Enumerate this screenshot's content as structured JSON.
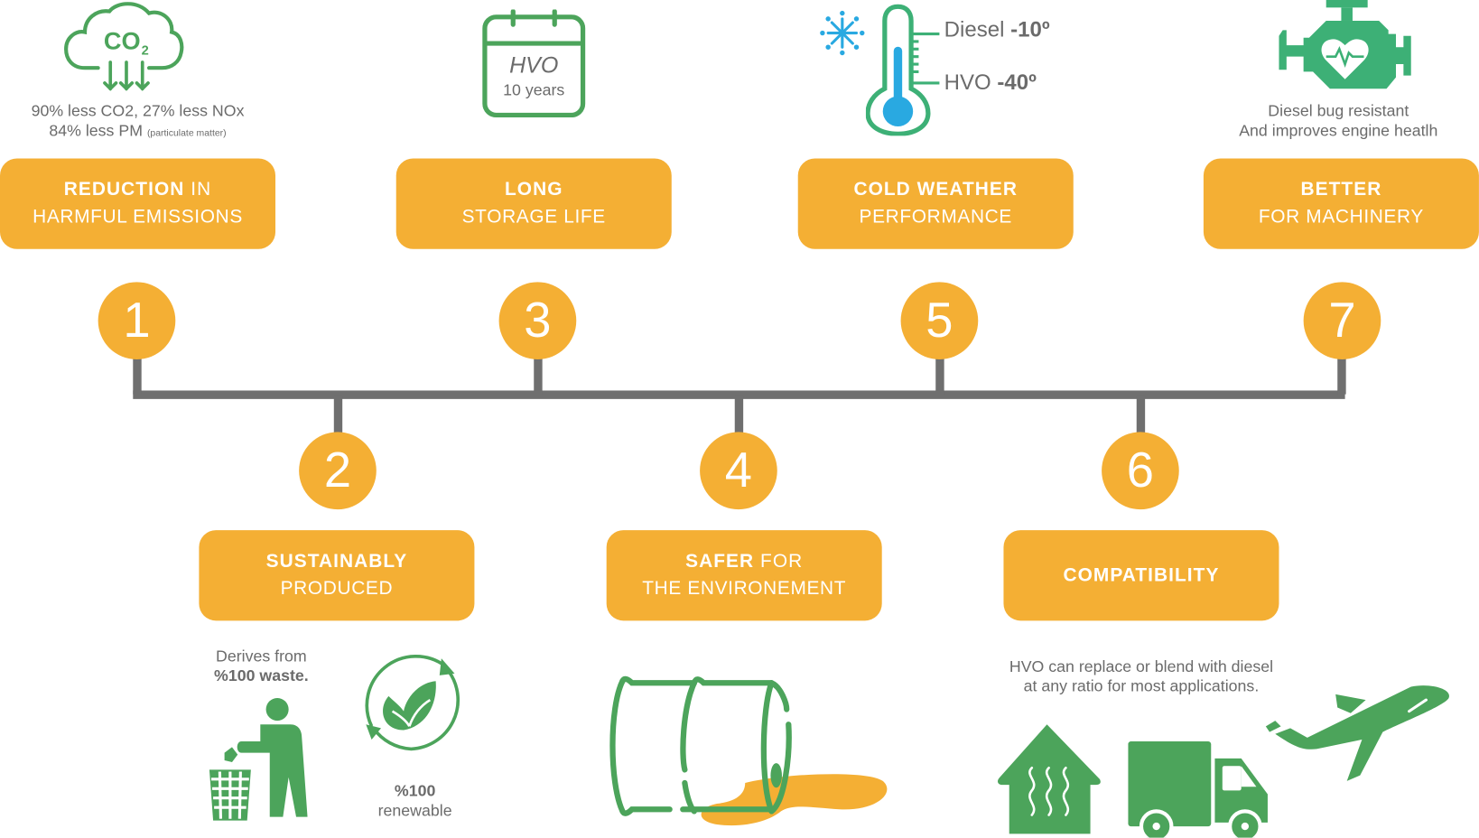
{
  "colors": {
    "box_orange": "#F4AF34",
    "icon_green": "#4CA45B",
    "icon_teal_green": "#3DB076",
    "cold_blue": "#29A9E1",
    "connector_gray": "#6F6F6F",
    "caption_gray": "#6B6B6B"
  },
  "steps": [
    {
      "number": "1",
      "title_bold": "REDUCTION",
      "title_rest": " IN",
      "subtitle": "HARMFUL EMISSIONS",
      "icon": "co2-cloud-icon",
      "caption_line1": "90% less CO2, 27% less NOx",
      "caption_line2": "84% less PM",
      "caption_note": "(particulate matter)"
    },
    {
      "number": "2",
      "title_bold": "SUSTAINABLY",
      "title_rest": "",
      "subtitle": "PRODUCED",
      "icon": "recycle-bin-person-icon",
      "caption_left_line1": "Derives from",
      "caption_left_line2": "%100 waste.",
      "caption_right_line1": "%100",
      "caption_right_line2": "renewable"
    },
    {
      "number": "3",
      "title_bold": "LONG",
      "title_rest": "",
      "subtitle": "STORAGE LIFE",
      "icon": "calendar-icon",
      "calendar_title": "HVO",
      "calendar_text": "10 years"
    },
    {
      "number": "4",
      "title_bold": "SAFER",
      "title_rest": " FOR",
      "subtitle": "THE ENVIRONEMENT",
      "icon": "spilled-barrel-icon"
    },
    {
      "number": "5",
      "title_bold": "COLD WEATHER",
      "title_rest": "",
      "subtitle": "PERFORMANCE",
      "icon": "thermometer-icon",
      "diesel_label": "Diesel",
      "diesel_value": "-10º",
      "hvo_label": "HVO",
      "hvo_value": "-40º"
    },
    {
      "number": "6",
      "title_bold": "COMPATIBILITY",
      "title_rest": "",
      "subtitle": "",
      "icon": "house-truck-plane-icon",
      "caption_line1": "HVO can replace or blend with diesel",
      "caption_line2": "at any ratio for most applications."
    },
    {
      "number": "7",
      "title_bold": "BETTER",
      "title_rest": "",
      "subtitle": "FOR MACHINERY",
      "icon": "engine-heart-icon",
      "caption_line1": "Diesel bug resistant",
      "caption_line2": "And improves engine heatlh"
    }
  ]
}
